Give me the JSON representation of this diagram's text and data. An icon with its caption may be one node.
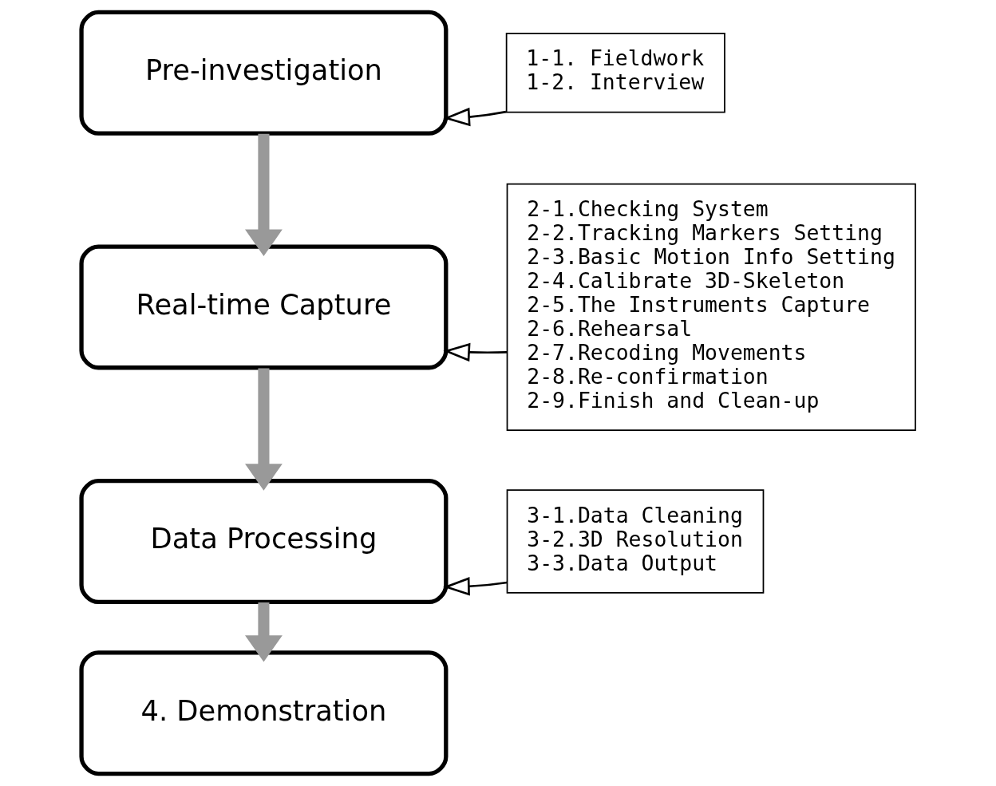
{
  "diagram": {
    "nodes": [
      {
        "text": [
          "Pre-investigation"
        ]
      },
      {
        "text": [
          "Real-time Capture"
        ]
      },
      {
        "text": [
          "Data Processing"
        ]
      },
      {
        "text": [
          "4. Demonstration"
        ]
      },
      {
        "text": [
          "1-1. Fieldwork",
          "1-2. Interview"
        ]
      },
      {
        "text": [
          "2-1.Checking System",
          "2-2.Tracking Markers Setting",
          "2-3.Basic Motion Info Setting",
          "2-4.Calibrate 3D-Skeleton",
          "2-5.The Instruments Capture",
          "2-6.Rehearsal",
          "2-7.Recoding Movements",
          "2-8.Re-confirmation",
          "2-9.Finish and Clean-up"
        ]
      },
      {
        "text": [
          "3-1.Data Cleaning",
          "3-2.3D Resolution",
          "3-3.Data Output"
        ]
      }
    ],
    "edges": [
      {
        "from": 0,
        "to": 1,
        "arrow": "to",
        "style": "thick",
        "color": "#999999"
      },
      {
        "from": 1,
        "to": 2,
        "arrow": "to",
        "style": "thick",
        "color": "#999999"
      },
      {
        "from": 2,
        "to": 3,
        "arrow": "to",
        "style": "thick",
        "color": "#999999"
      },
      {
        "from": 4,
        "to": 0,
        "arrow": "to",
        "color": "#000000"
      },
      {
        "from": 5,
        "to": 1,
        "arrow": "to",
        "color": "#000000"
      },
      {
        "from": 6,
        "to": 2,
        "arrow": "to",
        "color": "#000000"
      }
    ]
  }
}
